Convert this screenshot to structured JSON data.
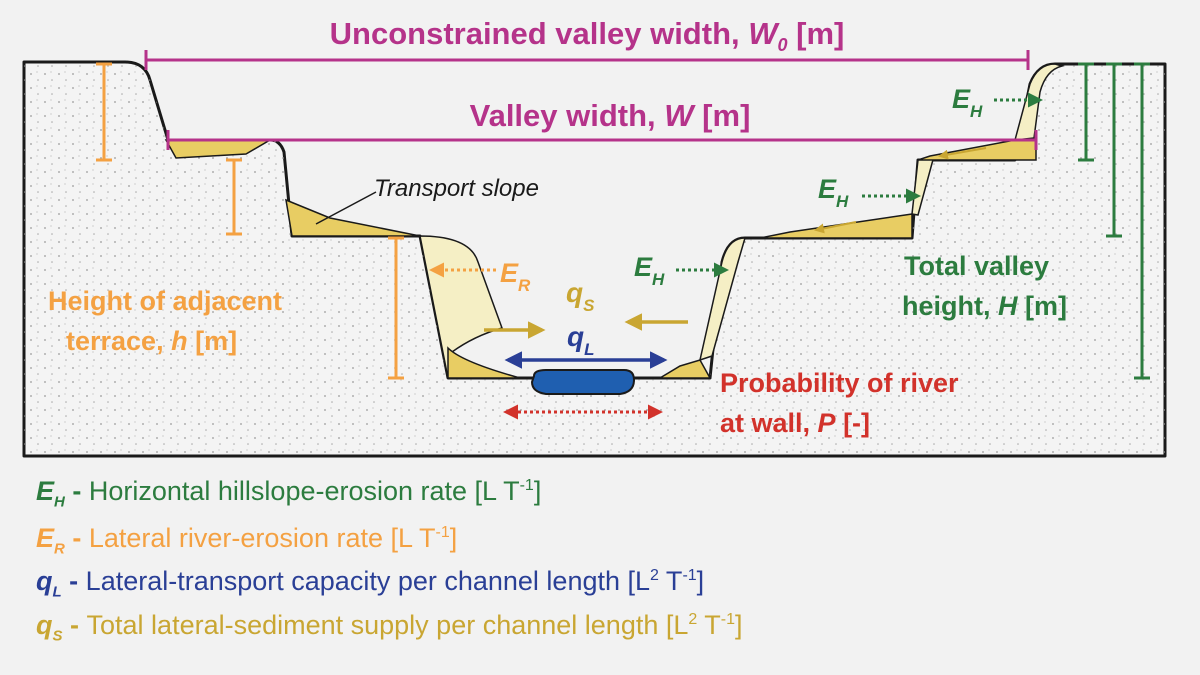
{
  "colors": {
    "magenta": "#b5338a",
    "orange": "#f4a142",
    "green": "#2c7c3f",
    "blue": "#2a3f96",
    "gold": "#c9a632",
    "red": "#d2322b",
    "sediment": "#e8cd63",
    "sediment_light": "#f5efc5",
    "river": "#1f5fb0",
    "ground": "#f4f4f4"
  },
  "labels": {
    "w0_text": "Unconstrained valley width, ",
    "w0_sym": "W",
    "w0_sub": "0",
    "w0_unit": " [m]",
    "w_text": "Valley width, ",
    "w_sym": "W",
    "w_unit": " [m]",
    "transport_slope": "Transport slope",
    "eh_sym": "E",
    "eh_sub": "H",
    "er_sym": "E",
    "er_sub": "R",
    "qs_sym": "q",
    "qs_sub": "S",
    "ql_sym": "q",
    "ql_sub": "L",
    "h_line1": "Height of adjacent",
    "h_line2_text": "terrace, ",
    "h_line2_sym": "h",
    "h_line2_unit": " [m]",
    "H_line1": "Total valley",
    "H_line2_text": "height, ",
    "H_line2_sym": "H",
    "H_line2_unit": " [m]",
    "p_line1": "Probability of river",
    "p_line2_text": "at wall, ",
    "p_line2_sym": "P",
    "p_line2_unit": " [-]"
  },
  "legend": [
    {
      "sym": "E",
      "sub": "H",
      "sep": " - ",
      "text": "Horizontal hillslope-erosion rate [L T",
      "sup": "-1",
      "end": "]",
      "color": "#2c7c3f"
    },
    {
      "sym": "E",
      "sub": "R",
      "sep": " - ",
      "text": "Lateral river-erosion rate [L T",
      "sup": "-1",
      "end": "]",
      "color": "#f4a142"
    },
    {
      "sym": "q",
      "sub": "L",
      "sep": " - ",
      "text": "Lateral-transport capacity per channel length [L",
      "sup2": "2",
      "text2": " T",
      "sup": "-1",
      "end": "]",
      "color": "#2a3f96"
    },
    {
      "sym": "q",
      "sub": "S",
      "sep": " - ",
      "text": "Total lateral-sediment supply per channel length [L",
      "sup2": "2",
      "text2": " T",
      "sup": "-1",
      "end": "]",
      "color": "#c9a632"
    }
  ]
}
